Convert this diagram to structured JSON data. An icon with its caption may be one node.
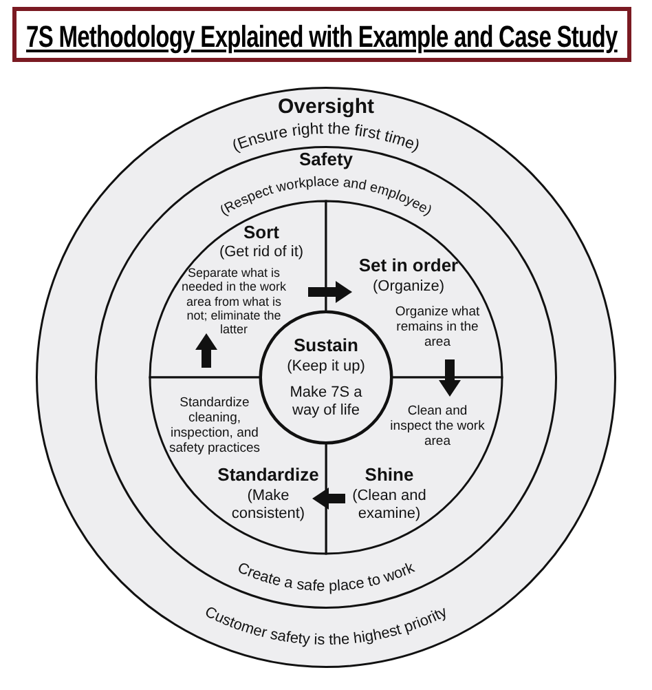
{
  "diagram": {
    "title": "7S Methodology Explained with Example and Case Study",
    "nodes": [
      {
        "text": [
          "Oversight",
          "(Ensure right the first time)",
          "Customer safety is the highest priority"
        ]
      },
      {
        "text": [
          "Safety",
          "(Respect workplace and employee)",
          "Create a safe place to work"
        ],
        "in": 0
      },
      {
        "text": [
          "Sort",
          "(Get rid of it)",
          "Separate what is needed in the work area from what is not; eliminate the latter"
        ],
        "in": 1
      },
      {
        "text": [
          "Set in order",
          "(Organize)",
          "Organize what remains in the area"
        ],
        "in": 1
      },
      {
        "text": [
          "Clean and inspect the work area",
          "Shine",
          "(Clean and examine)"
        ],
        "in": 1
      },
      {
        "text": [
          "Standardize cleaning, inspection, and safety practices",
          "Standardize",
          "(Make consistent)"
        ],
        "in": 1
      },
      {
        "text": [
          "Sustain",
          "(Keep it up)",
          "Make 7S a way of life"
        ],
        "in": 1
      }
    ],
    "edges": [
      {
        "from": 2,
        "to": 3,
        "arrow": "to"
      },
      {
        "from": 3,
        "to": 4,
        "arrow": "to"
      },
      {
        "from": 4,
        "to": 5,
        "arrow": "to"
      },
      {
        "from": 5,
        "to": 2,
        "arrow": "to"
      }
    ]
  }
}
